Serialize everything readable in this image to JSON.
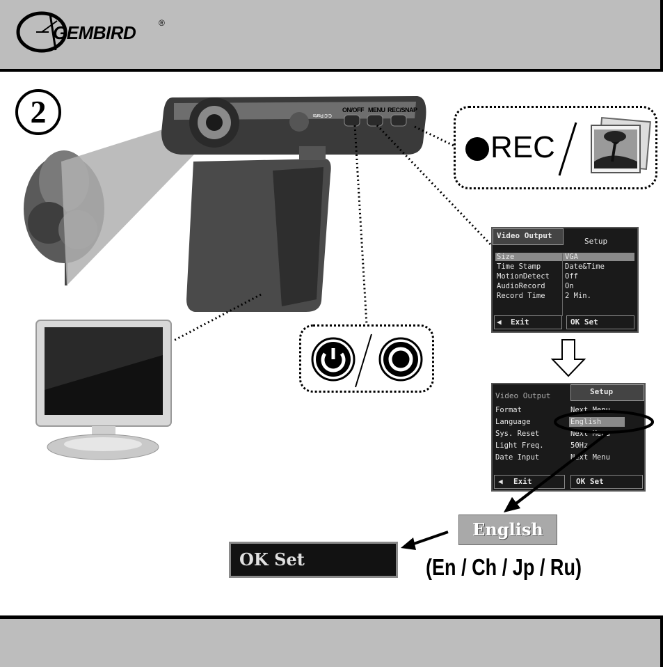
{
  "header": {
    "brand": "GEMBIRD",
    "registered": "®"
  },
  "step_number": "2",
  "camera": {
    "button_labels": [
      "ON/OFF",
      "MENU",
      "REC/SNAP"
    ],
    "lens_label": "C.C Parts"
  },
  "rec_callout": {
    "label": "REC",
    "separator": "/"
  },
  "menu1": {
    "tab_active": "Video Output",
    "tab_inactive": "Setup",
    "rows": [
      {
        "key": "Size",
        "value": "VGA"
      },
      {
        "key": "Time Stamp",
        "value": "Date&Time"
      },
      {
        "key": "MotionDetect",
        "value": "Off"
      },
      {
        "key": "AudioRecord",
        "value": "On"
      },
      {
        "key": "Record Time",
        "value": "2 Min."
      }
    ],
    "exit": "Exit",
    "set": "OK Set"
  },
  "menu2": {
    "tab_inactive": "Video Output",
    "tab_active": "Setup",
    "rows": [
      {
        "key": "Format",
        "value": "Next Menu"
      },
      {
        "key": "Language",
        "value": "English"
      },
      {
        "key": "Sys. Reset",
        "value": "Next Menu"
      },
      {
        "key": "Light Freq.",
        "value": "50Hz"
      },
      {
        "key": "Date Input",
        "value": "Next Menu"
      }
    ],
    "exit": "Exit",
    "set": "OK Set"
  },
  "english_zoom": "English",
  "okset_zoom": "OK Set",
  "languages": "(En / Ch / Jp / Ru)",
  "power_separator": "/",
  "colors": {
    "header_bg": "#bdbdbd",
    "menu_bg": "#1a1a1a",
    "border": "#000000"
  }
}
